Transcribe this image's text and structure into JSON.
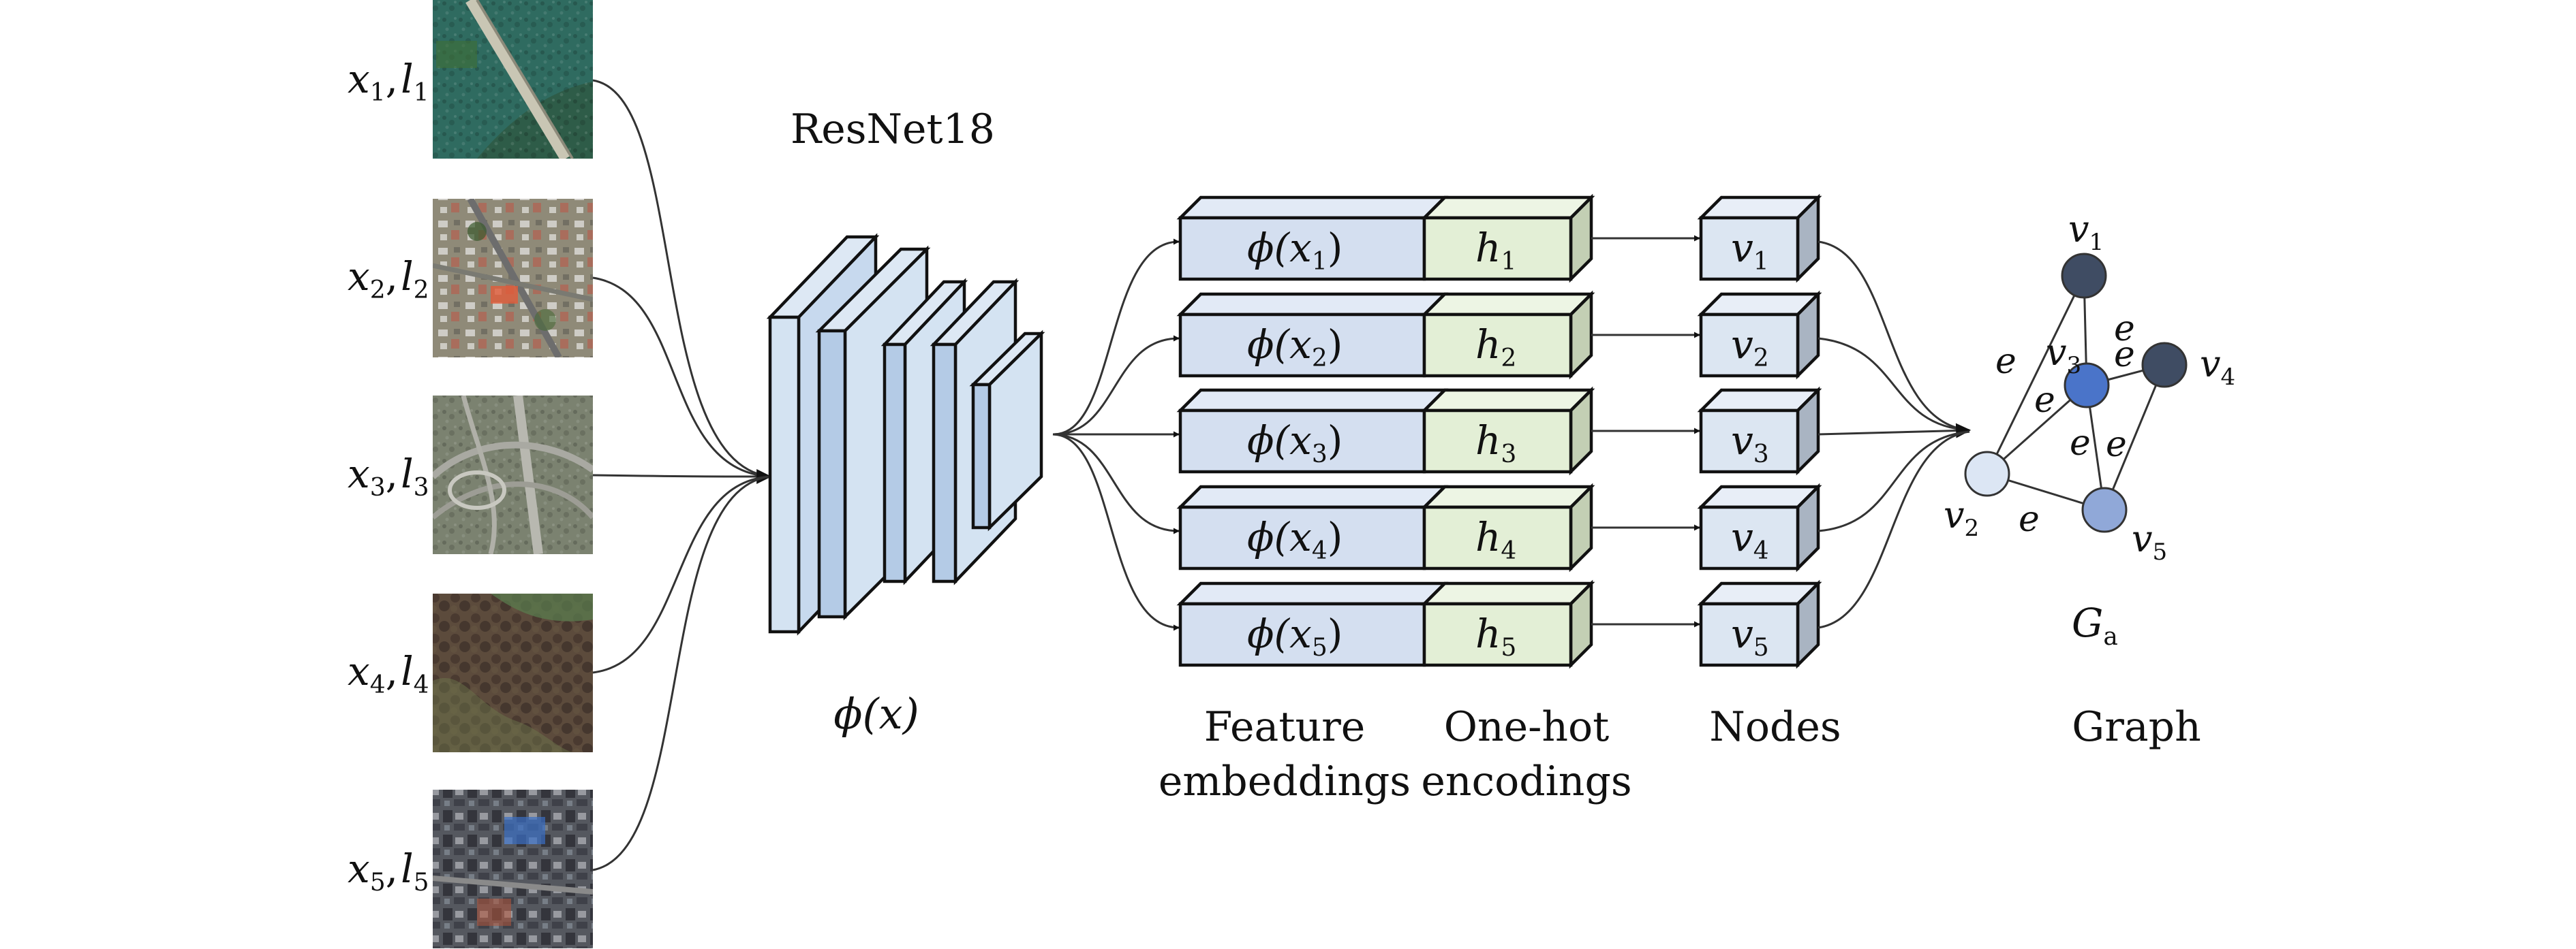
{
  "inputs": [
    {
      "x": "x",
      "l": "l",
      "idx": "1"
    },
    {
      "x": "x",
      "l": "l",
      "idx": "2"
    },
    {
      "x": "x",
      "l": "l",
      "idx": "3"
    },
    {
      "x": "x",
      "l": "l",
      "idx": "4"
    },
    {
      "x": "x",
      "l": "l",
      "idx": "5"
    }
  ],
  "backbone": {
    "title": "ResNet18",
    "fn_label": "ϕ(x)"
  },
  "feature_rows": [
    {
      "phi": "ϕ(x",
      "idx": "1",
      "close": ")",
      "h": "h",
      "v": "v"
    },
    {
      "phi": "ϕ(x",
      "idx": "2",
      "close": ")",
      "h": "h",
      "v": "v"
    },
    {
      "phi": "ϕ(x",
      "idx": "3",
      "close": ")",
      "h": "h",
      "v": "v"
    },
    {
      "phi": "ϕ(x",
      "idx": "4",
      "close": ")",
      "h": "h",
      "v": "v"
    },
    {
      "phi": "ϕ(x",
      "idx": "5",
      "close": ")",
      "h": "h",
      "v": "v"
    }
  ],
  "column_labels": {
    "feature_line1": "Feature",
    "feature_line2": "embeddings",
    "onehot_line1": "One-hot",
    "onehot_line2": "encodings",
    "nodes": "Nodes",
    "graph": "Graph"
  },
  "graph": {
    "nodes": [
      {
        "name": "v",
        "idx": "1",
        "color": "#3f4c63"
      },
      {
        "name": "v",
        "idx": "2",
        "color": "#dce6f4"
      },
      {
        "name": "v",
        "idx": "3",
        "color": "#4a74c9"
      },
      {
        "name": "v",
        "idx": "4",
        "color": "#3f4c63"
      },
      {
        "name": "v",
        "idx": "5",
        "color": "#90a8d8"
      }
    ],
    "edge_label": "e",
    "label_main": "G",
    "label_sub": "a"
  },
  "colors": {
    "embedding_fill": "#d4dff0",
    "onehot_fill": "#e3efd6",
    "node_box_fill": "#dce6f2",
    "conv_fill": "#d4e3f2",
    "conv_dark": "#b4cbe6"
  }
}
